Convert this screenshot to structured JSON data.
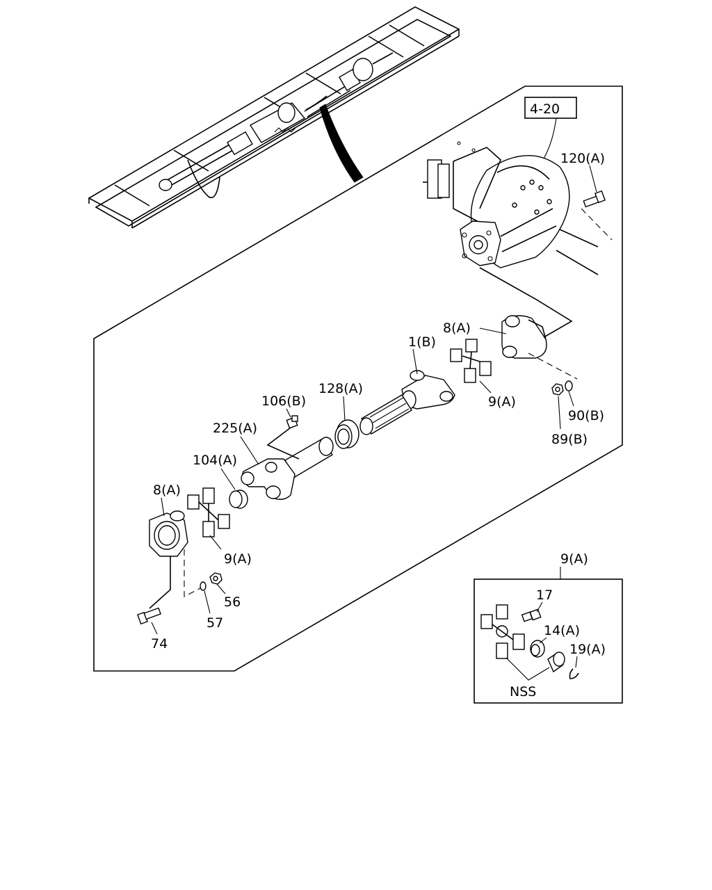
{
  "reference_box": "4-20",
  "labels": {
    "l120a": "120(A)",
    "l8a_top": "8(A)",
    "l1b": "1(B)",
    "l9a_right": "9(A)",
    "l90b": "90(B)",
    "l89b": "89(B)",
    "l106b": "106(B)",
    "l128a": "128(A)",
    "l225a": "225(A)",
    "l104a": "104(A)",
    "l8a_left": "8(A)",
    "l9a_left": "9(A)",
    "l56": "56",
    "l57": "57",
    "l74": "74"
  },
  "inset": {
    "title": "9(A)",
    "l17": "17",
    "l14a": "14(A)",
    "l19a": "19(A)",
    "nss": "NSS"
  }
}
